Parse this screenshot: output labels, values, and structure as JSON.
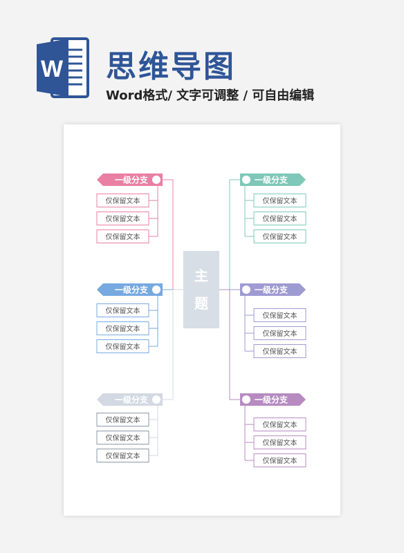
{
  "header": {
    "title": "思维导图",
    "subtitle": "Word格式/ 文字可调整 / 可自由编辑",
    "icon": "word-document-icon",
    "icon_letter": "W"
  },
  "center": {
    "text": "主题",
    "chars": [
      "主",
      "题"
    ]
  },
  "colors": {
    "title": "#2f5597",
    "pink": "#e97fa3",
    "teal": "#7fc7b8",
    "blue": "#76a9e0",
    "purple": "#9e9ad2",
    "gray": "#d3d9e2",
    "magenta": "#b78bc2"
  },
  "branches": [
    {
      "id": "left-1",
      "side": "left",
      "color": "#e97fa3",
      "label": "一级分支",
      "items": [
        "仅保留文本",
        "仅保留文本",
        "仅保留文本"
      ]
    },
    {
      "id": "left-2",
      "side": "left",
      "color": "#76a9e0",
      "label": "一级分支",
      "items": [
        "仅保留文本",
        "仅保留文本",
        "仅保留文本"
      ]
    },
    {
      "id": "left-3",
      "side": "left",
      "color": "#d3d9e2",
      "label": "一级分支",
      "items": [
        "仅保留文本",
        "仅保留文本",
        "仅保留文本"
      ]
    },
    {
      "id": "right-1",
      "side": "right",
      "color": "#7fc7b8",
      "label": "一级分支",
      "items": [
        "仅保留文本",
        "仅保留文本",
        "仅保留文本"
      ]
    },
    {
      "id": "right-2",
      "side": "right",
      "color": "#9e9ad2",
      "label": "一级分支",
      "items": [
        "仅保留文本",
        "仅保留文本",
        "仅保留文本"
      ]
    },
    {
      "id": "right-3",
      "side": "right",
      "color": "#b78bc2",
      "label": "一级分支",
      "items": [
        "仅保留文本",
        "仅保留文本",
        "仅保留文本"
      ]
    }
  ]
}
